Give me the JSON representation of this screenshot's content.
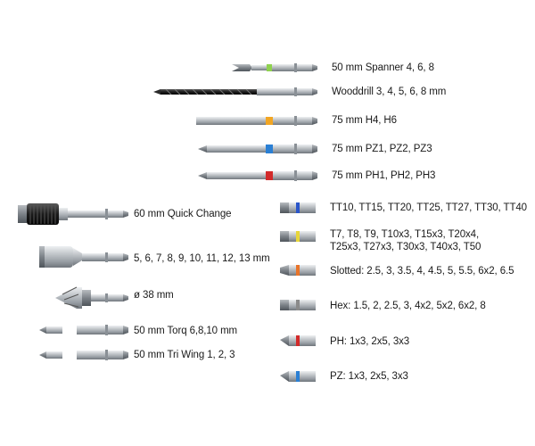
{
  "catalog": {
    "right_items": [
      {
        "label": "50 mm Spanner 4, 6, 8",
        "band": "#8fd14f"
      },
      {
        "label": "Wooddrill 3, 4, 5, 6, 8 mm",
        "band": ""
      },
      {
        "label": "75 mm H4, H6",
        "band": "#f2a623"
      },
      {
        "label": "75 mm PZ1, PZ2, PZ3",
        "band": "#2a7fd4"
      },
      {
        "label": "75 mm PH1, PH2, PH3",
        "band": "#d22a2a"
      }
    ],
    "left_items": [
      {
        "label": "60 mm Quick Change"
      },
      {
        "label": "5, 6, 7, 8, 9, 10, 11, 12, 13 mm"
      },
      {
        "label": "ø 38 mm"
      },
      {
        "label": "50 mm Torq 6,8,10 mm"
      },
      {
        "label": "50 mm Tri Wing 1, 2, 3"
      }
    ],
    "short_bits": [
      {
        "line1": "TT10, TT15, TT20, TT25, TT27, TT30, TT40",
        "line2": "",
        "band": "#2a55c9"
      },
      {
        "line1": "T7, T8, T9, T10x3, T15x3, T20x4,",
        "line2": "T25x3, T27x3, T30x3, T40x3, T50",
        "band": "#e8d63a"
      },
      {
        "line1": "Slotted: 2.5, 3, 3.5, 4, 4.5, 5, 5.5, 6x2, 6.5",
        "line2": "",
        "band": "#e8742a"
      },
      {
        "line1": "Hex: 1.5, 2, 2.5, 3, 4x2, 5x2, 6x2, 8",
        "line2": "",
        "band": "#8a8a8a"
      },
      {
        "line1": "PH: 1x3, 2x5, 3x3",
        "line2": "",
        "band": "#d22a2a"
      },
      {
        "line1": "PZ: 1x3, 2x5, 3x3",
        "line2": "",
        "band": "#2a7fd4"
      }
    ]
  }
}
